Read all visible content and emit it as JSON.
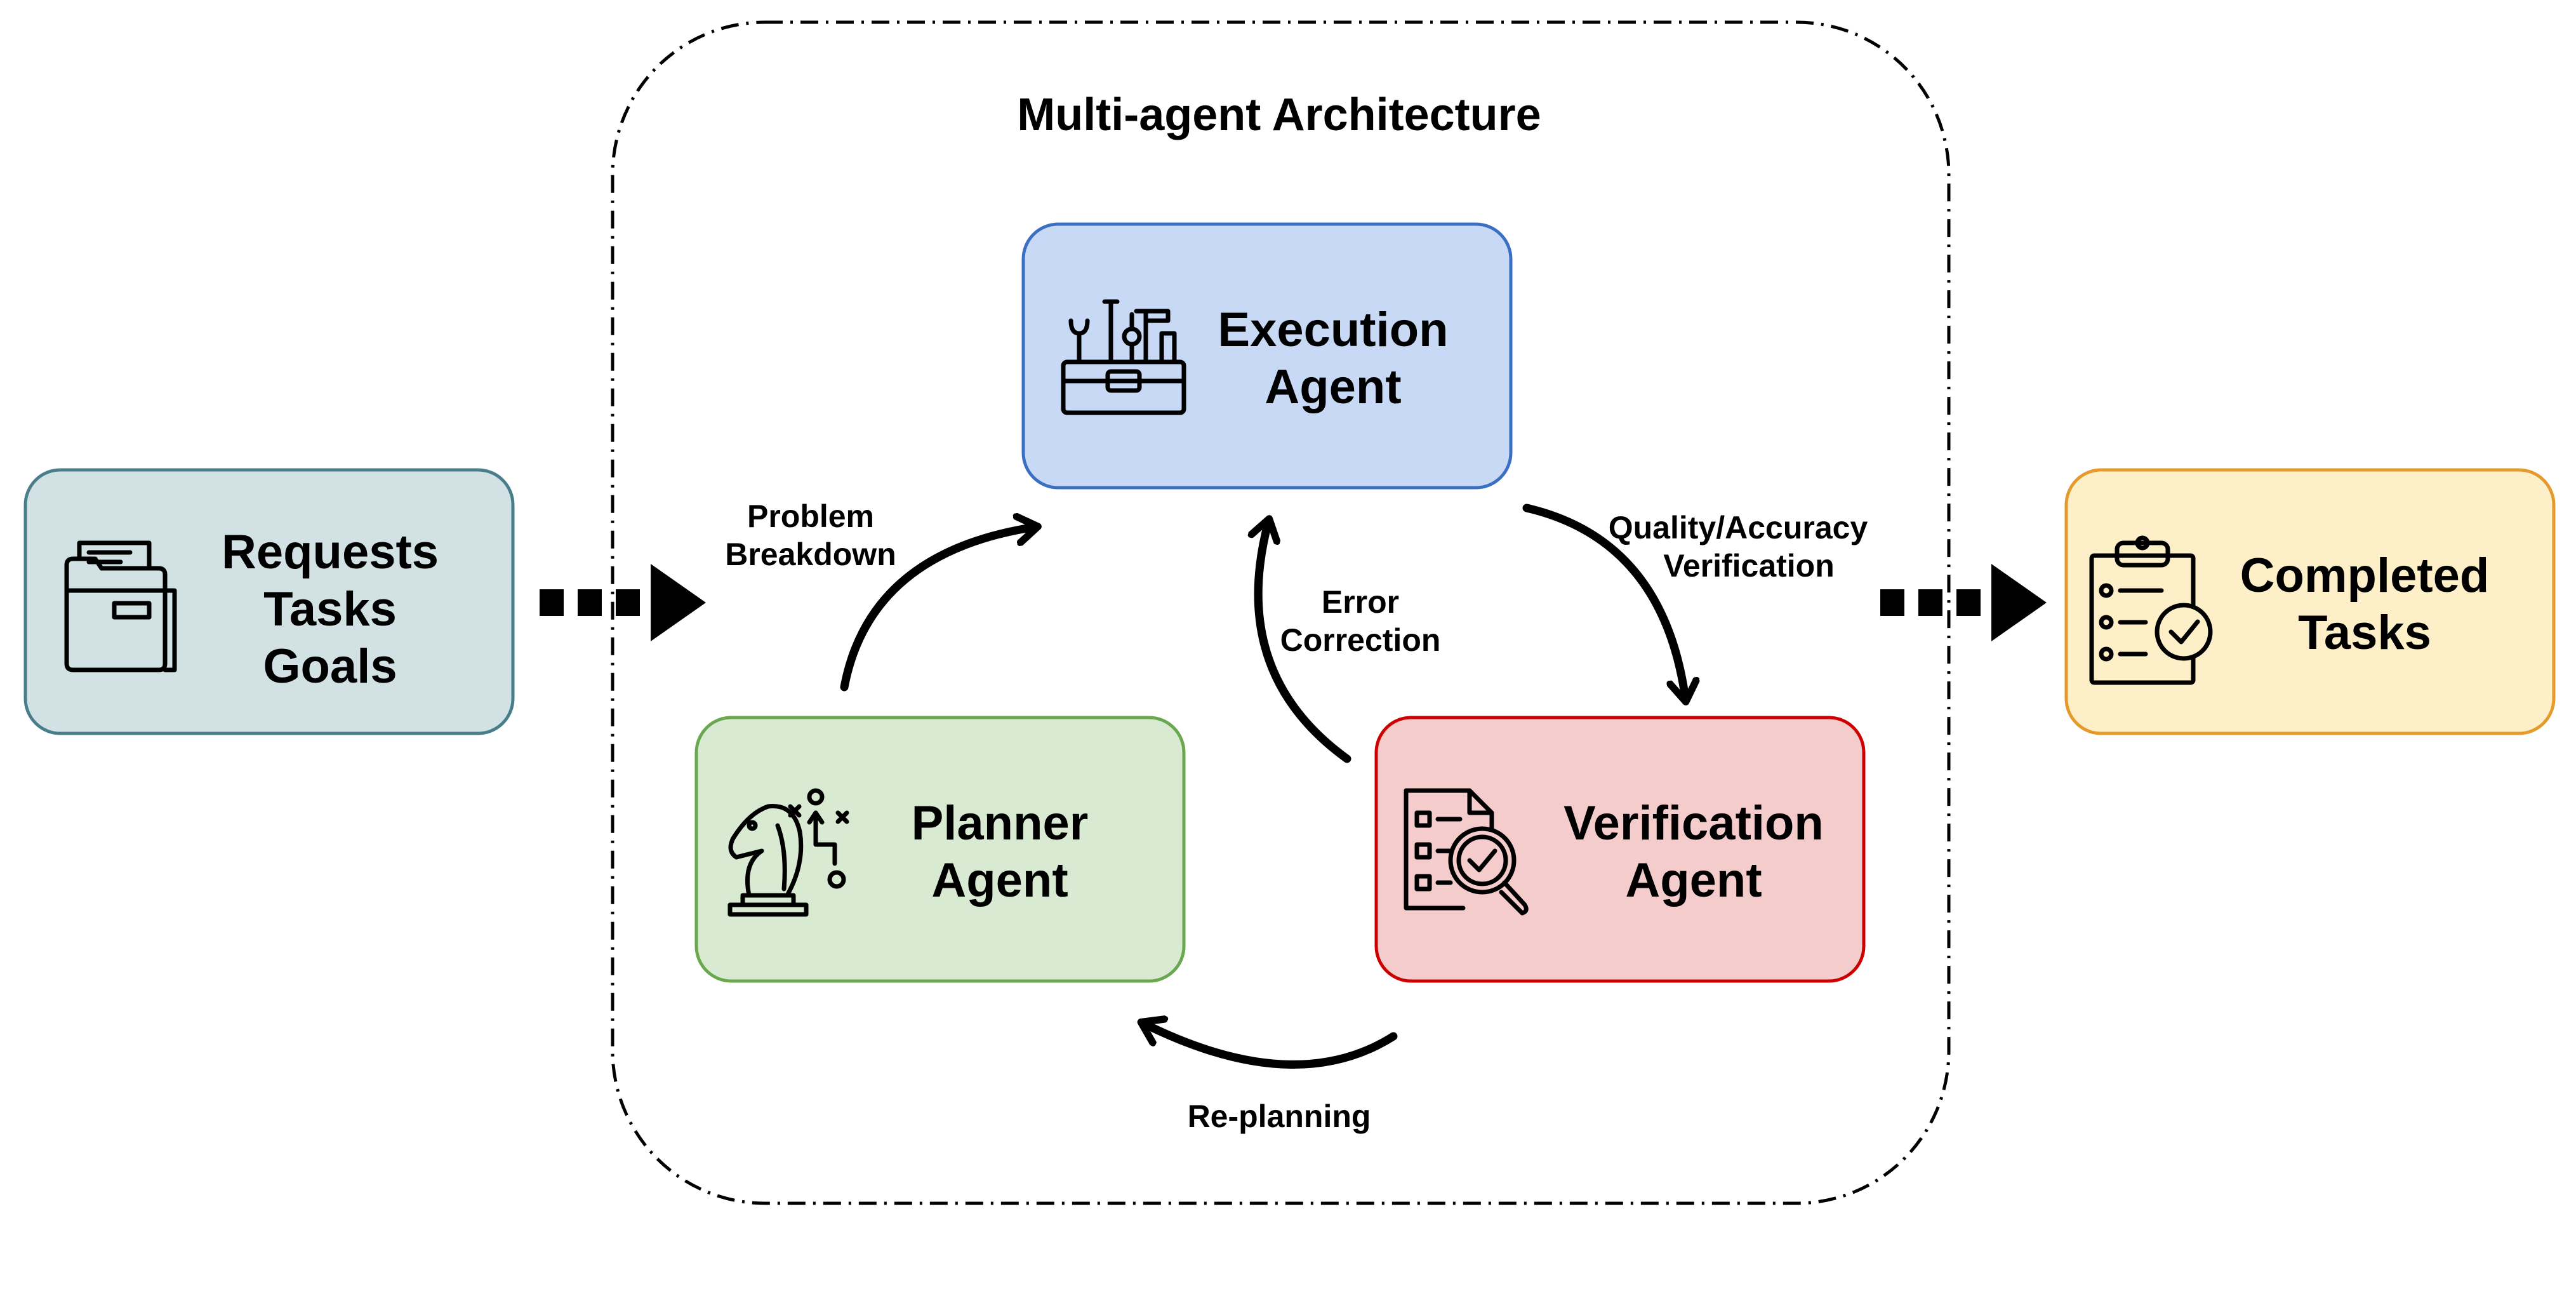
{
  "title": "Multi-agent Architecture",
  "input": {
    "lines": [
      "Requests",
      "Tasks",
      "Goals"
    ],
    "icon": "folder-icon",
    "color": "#d2e1e4",
    "border": "#4a7d8a"
  },
  "output": {
    "lines": [
      "Completed",
      "Tasks"
    ],
    "icon": "clipboard-checklist-icon",
    "color": "#fdefc7",
    "border": "#e59a2e"
  },
  "agents": {
    "execution": {
      "lines": [
        "Execution",
        "Agent"
      ],
      "icon": "toolbox-icon",
      "color": "#c7d9f5",
      "border": "#3b6fc4"
    },
    "planner": {
      "lines": [
        "Planner",
        "Agent"
      ],
      "icon": "chess-knight-strategy-icon",
      "color": "#d9ead3",
      "border": "#6aa84f"
    },
    "verification": {
      "lines": [
        "Verification",
        "Agent"
      ],
      "icon": "document-magnifier-check-icon",
      "color": "#f4cccc",
      "border": "#cc0000"
    }
  },
  "edges": {
    "problem_breakdown": [
      "Problem",
      "Breakdown"
    ],
    "quality_verification": [
      "Quality/Accuracy",
      "Verification"
    ],
    "error_correction": [
      "Error",
      "Correction"
    ],
    "re_planning": [
      "Re-planning"
    ]
  }
}
